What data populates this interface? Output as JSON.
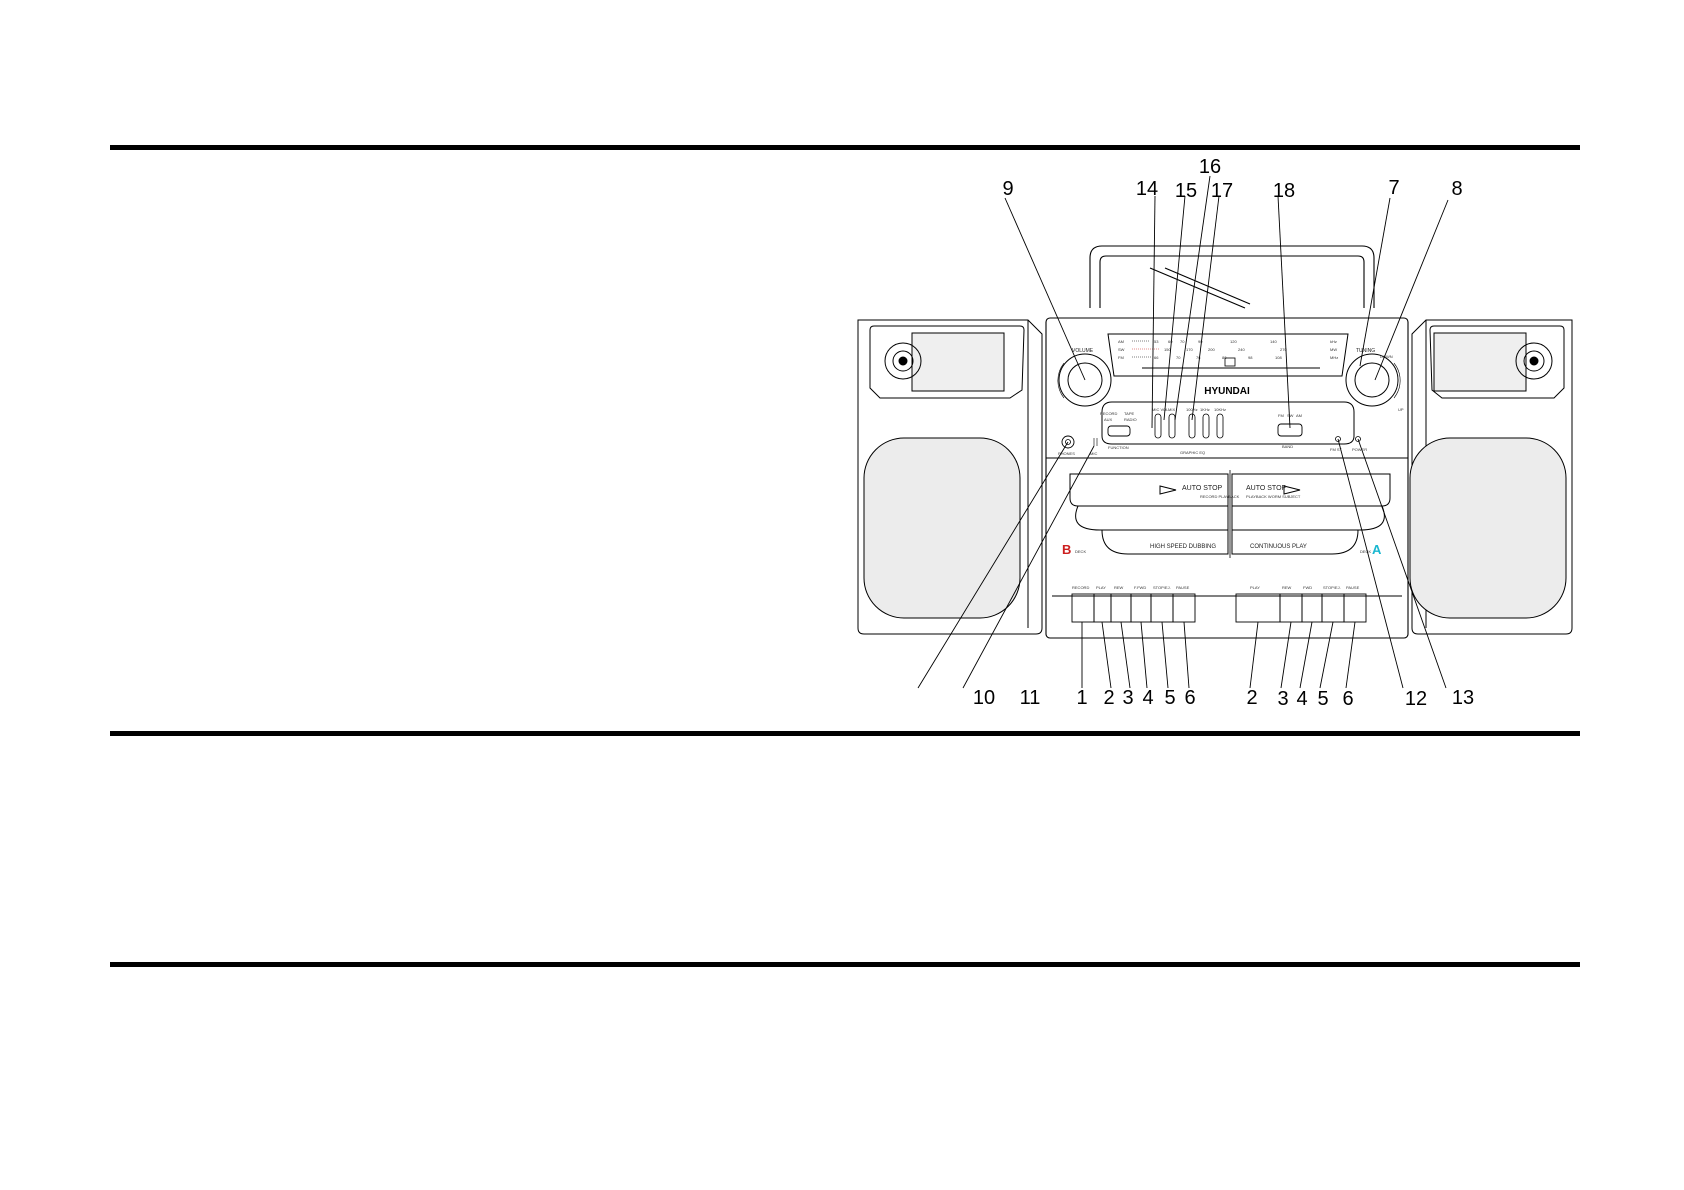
{
  "figure": {
    "callouts": {
      "c1": "1",
      "c2": "2",
      "c3": "3",
      "c4": "4",
      "c5": "5",
      "c6": "6",
      "c7": "7",
      "c8": "8",
      "c9": "9",
      "c10": "10",
      "c11": "11",
      "c12": "12",
      "c13": "13",
      "c14": "14",
      "c15": "15",
      "c16": "16",
      "c17": "17",
      "c18": "18"
    },
    "brand": "HYUNDAI",
    "knobs": {
      "volume": "VOLUME",
      "tuning": "TUNING",
      "down": "DOWN",
      "up": "UP"
    },
    "dial": {
      "am": "AM",
      "fm": "FM",
      "sw": "SW",
      "khz": "kHz",
      "mhz": "MHz",
      "mw": "MW",
      "am_scale": [
        "53",
        "60",
        "70",
        "90",
        "120",
        "140"
      ],
      "sw_scale": [
        "150",
        "170",
        "200",
        "240",
        "270"
      ],
      "fm_scale": [
        "66",
        "70",
        "76",
        "88",
        "98",
        "108"
      ]
    },
    "controls": {
      "function_label": "FUNCTION",
      "function_opts": [
        "RECORD",
        "TAPE",
        "AUX",
        "RADIO"
      ],
      "eq_label": "GRAPHIC EQ",
      "eq_bands": [
        "MIC VOL",
        "MIX",
        "100Hz",
        "1KHz",
        "10KHz"
      ],
      "band_label": "BAND",
      "band_opts": [
        "FM",
        "SW",
        "AM"
      ],
      "phones": "PHONES",
      "mic": "MIC",
      "fm_st": "FM ST",
      "power": "POWER"
    },
    "cassette": {
      "auto_stop": "AUTO STOP",
      "record_playback": "RECORD\nPLAYBACK",
      "playback_worm": "PLAYBACK\nWORM SUBJECT",
      "high_speed": "HIGH SPEED DUBBING",
      "continuous": "CONTINUOUS PLAY",
      "deck_b_letter": "B",
      "deck_b_word": "DECK",
      "deck_a_word": "DECK",
      "deck_a_letter": "A"
    },
    "buttons_b": [
      "RECORD",
      "PLAY",
      "REW",
      "F.FWD",
      "STOP/EJ.",
      "PAUSE"
    ],
    "buttons_a": [
      "PLAY",
      "REW",
      "FWD",
      "STOP/EJ.",
      "PAUSE"
    ],
    "colors": {
      "deck_b": "#cc1f1f",
      "deck_a": "#19b7d0",
      "line": "#000000"
    }
  }
}
